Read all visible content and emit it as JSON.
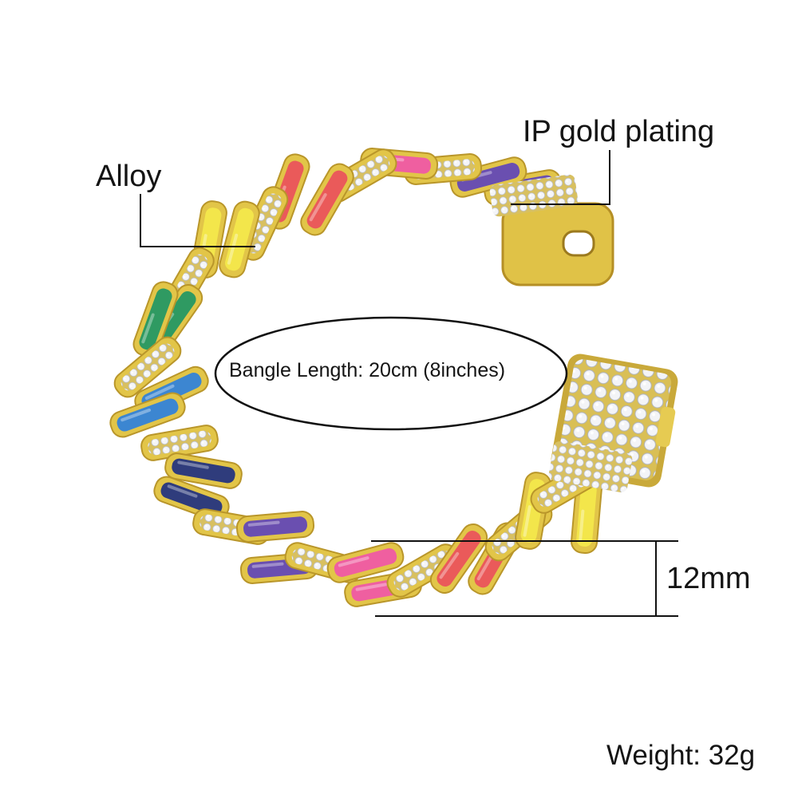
{
  "labels": {
    "alloy": "Alloy",
    "plating": "IP gold plating",
    "length": "Bangle Length: 20cm (8inches)",
    "width": "12mm",
    "weight": "Weight: 32g"
  },
  "colors": {
    "gold": "#e2c548",
    "gold_dark": "#b9962a",
    "crystal": "#eef0f4",
    "enamel_pink": "#ef5fa0",
    "enamel_red": "#ea5a5a",
    "enamel_purple": "#6a4fb0",
    "enamel_yellow": "#f3e64b",
    "enamel_green": "#2f9a62",
    "enamel_blue": "#3c86d1",
    "enamel_navy": "#2f3c7c"
  }
}
